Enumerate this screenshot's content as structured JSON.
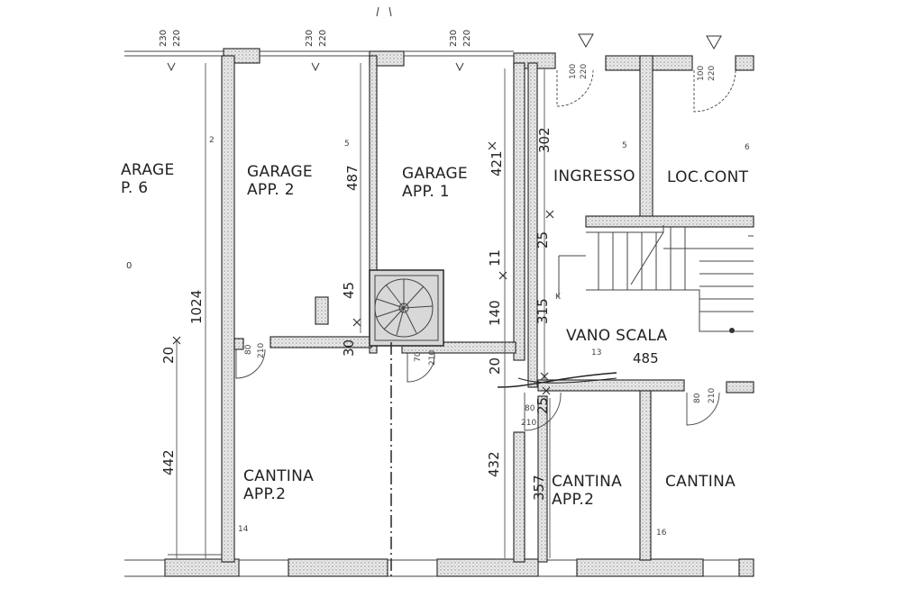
{
  "rooms": {
    "garage_6": "ARAGE\nP. 6",
    "garage_6_line1": "ARAGE",
    "garage_6_line2": "P. 6",
    "garage_app2_l1": "GARAGE",
    "garage_app2_l2": "APP. 2",
    "garage_app1_l1": "GARAGE",
    "garage_app1_l2": "APP. 1",
    "ingresso": "INGRESSO",
    "loc_cont": "LOC.CONT",
    "vano_scala": "VANO SCALA",
    "cantina_app2_left_l1": "CANTINA",
    "cantina_app2_left_l2": "APP.2",
    "cantina_app2_right_l1": "CANTINA",
    "cantina_app2_right_l2": "APP.2",
    "cantina": "CANTINA"
  },
  "room_numbers": {
    "r2": "2",
    "r5": "5",
    "r5b": "5",
    "r6": "6",
    "r13": "13",
    "r14": "14",
    "r16": "16",
    "r0": "0"
  },
  "dimensions": {
    "d1024": "1024",
    "d20_left": "20",
    "d442": "442",
    "d487": "487",
    "d45": "45",
    "d30": "30",
    "d421": "421",
    "d11": "11",
    "d140": "140",
    "d20_mid": "20",
    "d432": "432",
    "d302": "302",
    "d25_top": "25",
    "d315": "315",
    "d485": "485",
    "d25_bot": "25",
    "d357": "357"
  },
  "openings": {
    "top_a": "230\n220",
    "top_a1": "230",
    "top_a2": "220",
    "top_b1": "230",
    "top_b2": "220",
    "top_c1": "230",
    "top_c2": "220",
    "win_1a": "100",
    "win_1b": "220",
    "win_2a": "100",
    "win_2b": "220",
    "door_left_a": "80",
    "door_left_b": "210",
    "door_mid_a": "70",
    "door_mid_b": "210",
    "door_c_a": "80",
    "door_c_b": "210",
    "door_r_a": "80",
    "door_r_b": "210"
  }
}
